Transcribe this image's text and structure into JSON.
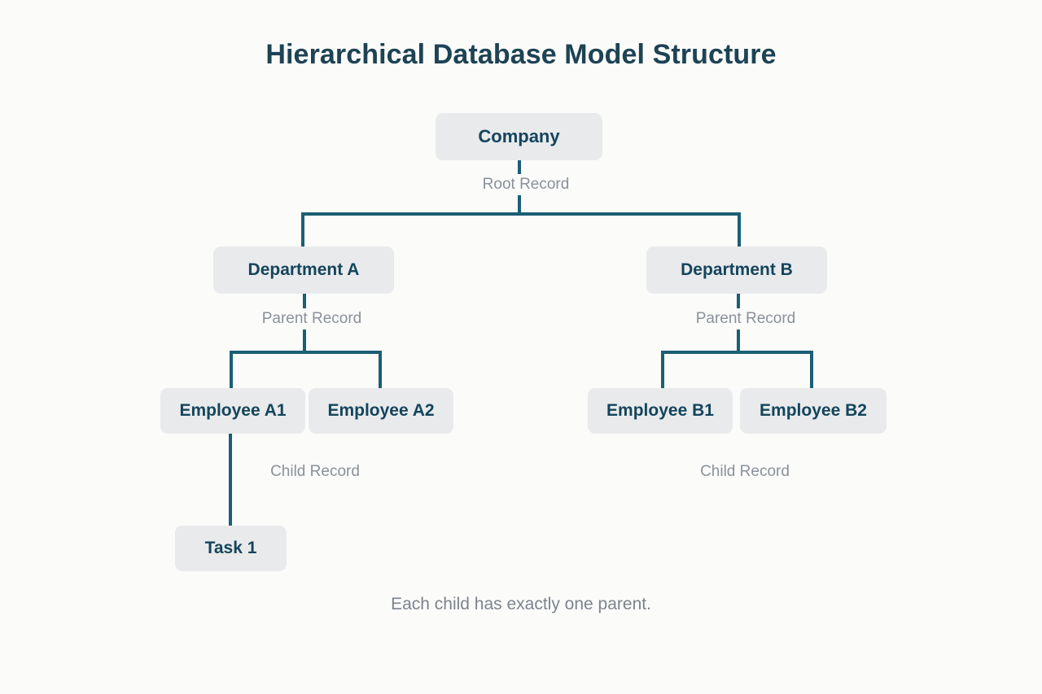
{
  "page": {
    "title": "Hierarchical Database Model Structure",
    "footnote": "Each child has exactly one parent.",
    "background_color": "#fbfbfa",
    "node_fill_color": "#e9eaec",
    "node_text_color": "#14455c",
    "title_color": "#1d4354",
    "connector_color": "#1b5f75",
    "label_color": "#8a9199"
  },
  "nodes": {
    "company": "Company",
    "department_a": "Department A",
    "department_b": "Department B",
    "employee_a1": "Employee A1",
    "employee_a2": "Employee A2",
    "employee_b1": "Employee B1",
    "employee_b2": "Employee B2",
    "task_1": "Task 1"
  },
  "edge_labels": {
    "root_record": "Root Record",
    "parent_record_a": "Parent Record",
    "parent_record_b": "Parent Record",
    "child_record_a": "Child Record",
    "child_record_b": "Child Record"
  },
  "chart_data": {
    "type": "diagram",
    "diagram_kind": "tree",
    "title": "Hierarchical Database Model Structure",
    "caption": "Each child has exactly one parent.",
    "levels": [
      {
        "depth": 0,
        "role": "Root Record",
        "nodes": [
          "Company"
        ]
      },
      {
        "depth": 1,
        "role": "Parent Record",
        "nodes": [
          "Department A",
          "Department B"
        ]
      },
      {
        "depth": 2,
        "role": "Child Record",
        "nodes": [
          "Employee A1",
          "Employee A2",
          "Employee B1",
          "Employee B2"
        ]
      },
      {
        "depth": 3,
        "role": "Child Record",
        "nodes": [
          "Task 1"
        ]
      }
    ],
    "edges": [
      {
        "from": "Company",
        "to": "Department A"
      },
      {
        "from": "Company",
        "to": "Department B"
      },
      {
        "from": "Department A",
        "to": "Employee A1"
      },
      {
        "from": "Department A",
        "to": "Employee A2"
      },
      {
        "from": "Department B",
        "to": "Employee B1"
      },
      {
        "from": "Department B",
        "to": "Employee B2"
      },
      {
        "from": "Employee A1",
        "to": "Task 1"
      }
    ]
  }
}
